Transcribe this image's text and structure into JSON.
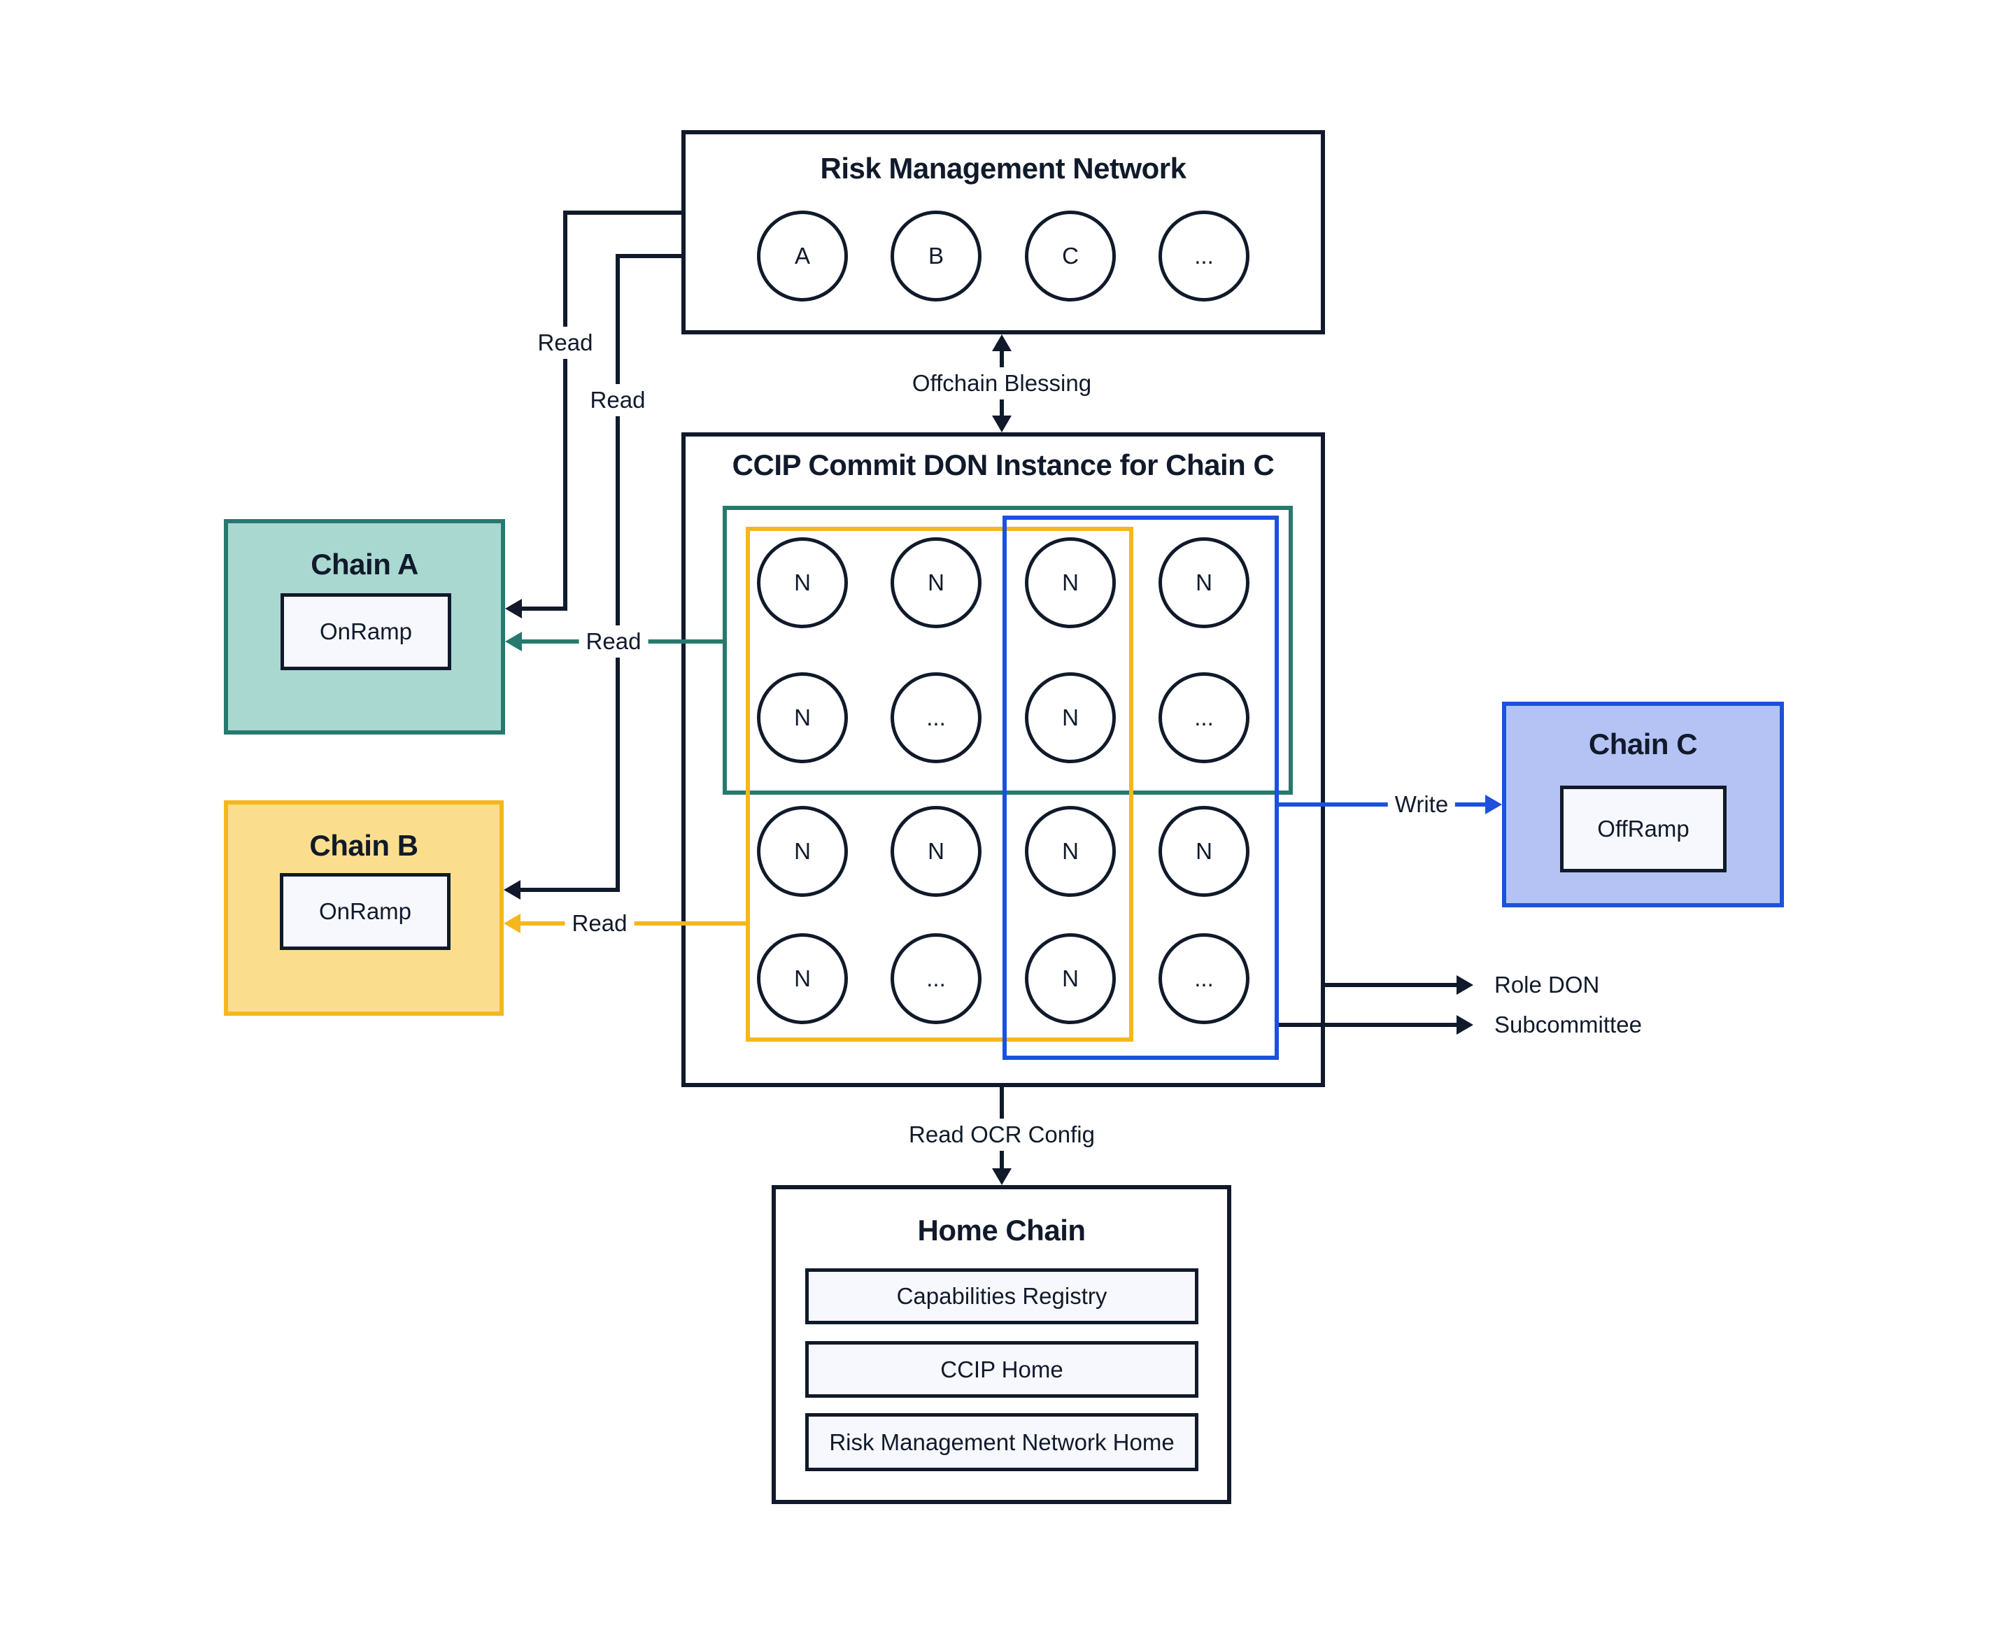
{
  "colors": {
    "ink": "#111a2b",
    "teal": "#27796d",
    "teal_fill": "#a9d8d1",
    "yellow": "#f5b71b",
    "yellow_fill": "#fbde8d",
    "blue": "#1b51dc",
    "blue_fill": "#b4c3f3",
    "panel_fill": "#f7f8fd"
  },
  "rmn": {
    "title": "Risk Management Network",
    "nodes": [
      "A",
      "B",
      "C",
      "..."
    ]
  },
  "don": {
    "title": "CCIP Commit DON Instance for Chain C",
    "rows": [
      [
        "N",
        "N",
        "N",
        "N"
      ],
      [
        "N",
        "...",
        "N",
        "..."
      ],
      [
        "N",
        "N",
        "N",
        "N"
      ],
      [
        "N",
        "...",
        "N",
        "..."
      ]
    ]
  },
  "chain_a": {
    "title": "Chain A",
    "contract": "OnRamp"
  },
  "chain_b": {
    "title": "Chain B",
    "contract": "OnRamp"
  },
  "chain_c": {
    "title": "Chain C",
    "contract": "OffRamp"
  },
  "home": {
    "title": "Home Chain",
    "contracts": [
      "Capabilities Registry",
      "CCIP Home",
      "Risk Management Network Home"
    ]
  },
  "edges": {
    "read": "Read",
    "offchain_blessing": "Offchain Blessing",
    "write": "Write",
    "read_ocr_config": "Read OCR Config",
    "role_don": "Role DON",
    "subcommittee": "Subcommittee"
  }
}
